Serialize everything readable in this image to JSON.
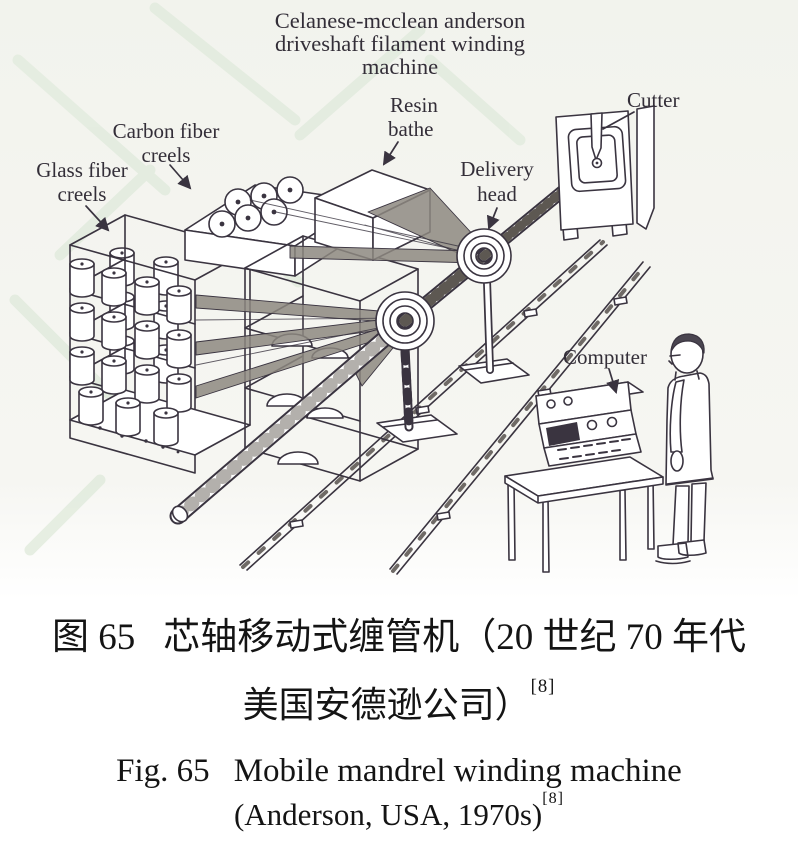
{
  "figure": {
    "machine_title": {
      "line1": "Celanese-mcclean anderson",
      "line2": "driveshaft filament winding",
      "line3": "machine"
    },
    "labels": {
      "glass_creels_l1": "Glass fiber",
      "glass_creels_l2": "creels",
      "carbon_creels_l1": "Carbon fiber",
      "carbon_creels_l2": "creels",
      "resin_l1": "Resin",
      "resin_l2": "bathe",
      "delivery_l1": "Delivery",
      "delivery_l2": "head",
      "cutter": "Cutter",
      "computer": "Computer"
    },
    "colors": {
      "ink": "#3a3440",
      "diagram_background": "#f3f4ee",
      "watermark_green": "#e3ecdf",
      "fiber_band_gray": "#8d8880"
    }
  },
  "captions": {
    "zh": {
      "fig_no": "图 65",
      "line1": "芯轴移动式缠管机（20 世纪 70 年代",
      "line2": "美国安德逊公司）",
      "ref": "[8]"
    },
    "en": {
      "fig_no": "Fig. 65",
      "line1": "Mobile mandrel winding machine",
      "line2": "(Anderson, USA, 1970s)",
      "ref": "[8]"
    }
  }
}
